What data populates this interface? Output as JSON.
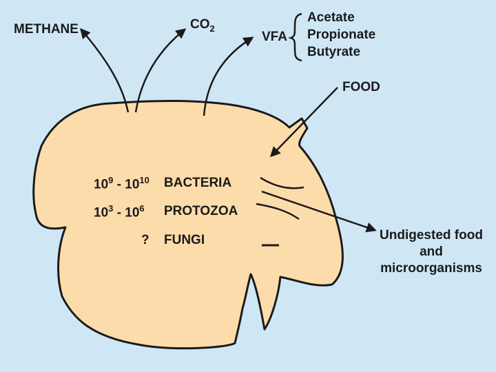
{
  "products": {
    "methane": "METHANE",
    "co2_base": "CO",
    "co2_sub": "2",
    "vfa": "VFA",
    "vfa_types": [
      "Acetate",
      "Propionate",
      "Butyrate"
    ]
  },
  "input": {
    "food": "FOOD"
  },
  "organisms": [
    {
      "count_base1": "10",
      "count_exp1": "9",
      "count_sep": " - ",
      "count_base2": "10",
      "count_exp2": "10",
      "name": "BACTERIA"
    },
    {
      "count_base1": "10",
      "count_exp1": "3",
      "count_sep": " - ",
      "count_base2": "10",
      "count_exp2": "6",
      "name": "PROTOZOA"
    },
    {
      "count": "?",
      "name": "FUNGI"
    }
  ],
  "output": {
    "line1": "Undigested food",
    "line2": "and",
    "line3": "microorganisms"
  },
  "colors": {
    "background": "#cfe7f5",
    "rumen_fill": "#fddcab",
    "stroke": "#1a1a1a"
  }
}
